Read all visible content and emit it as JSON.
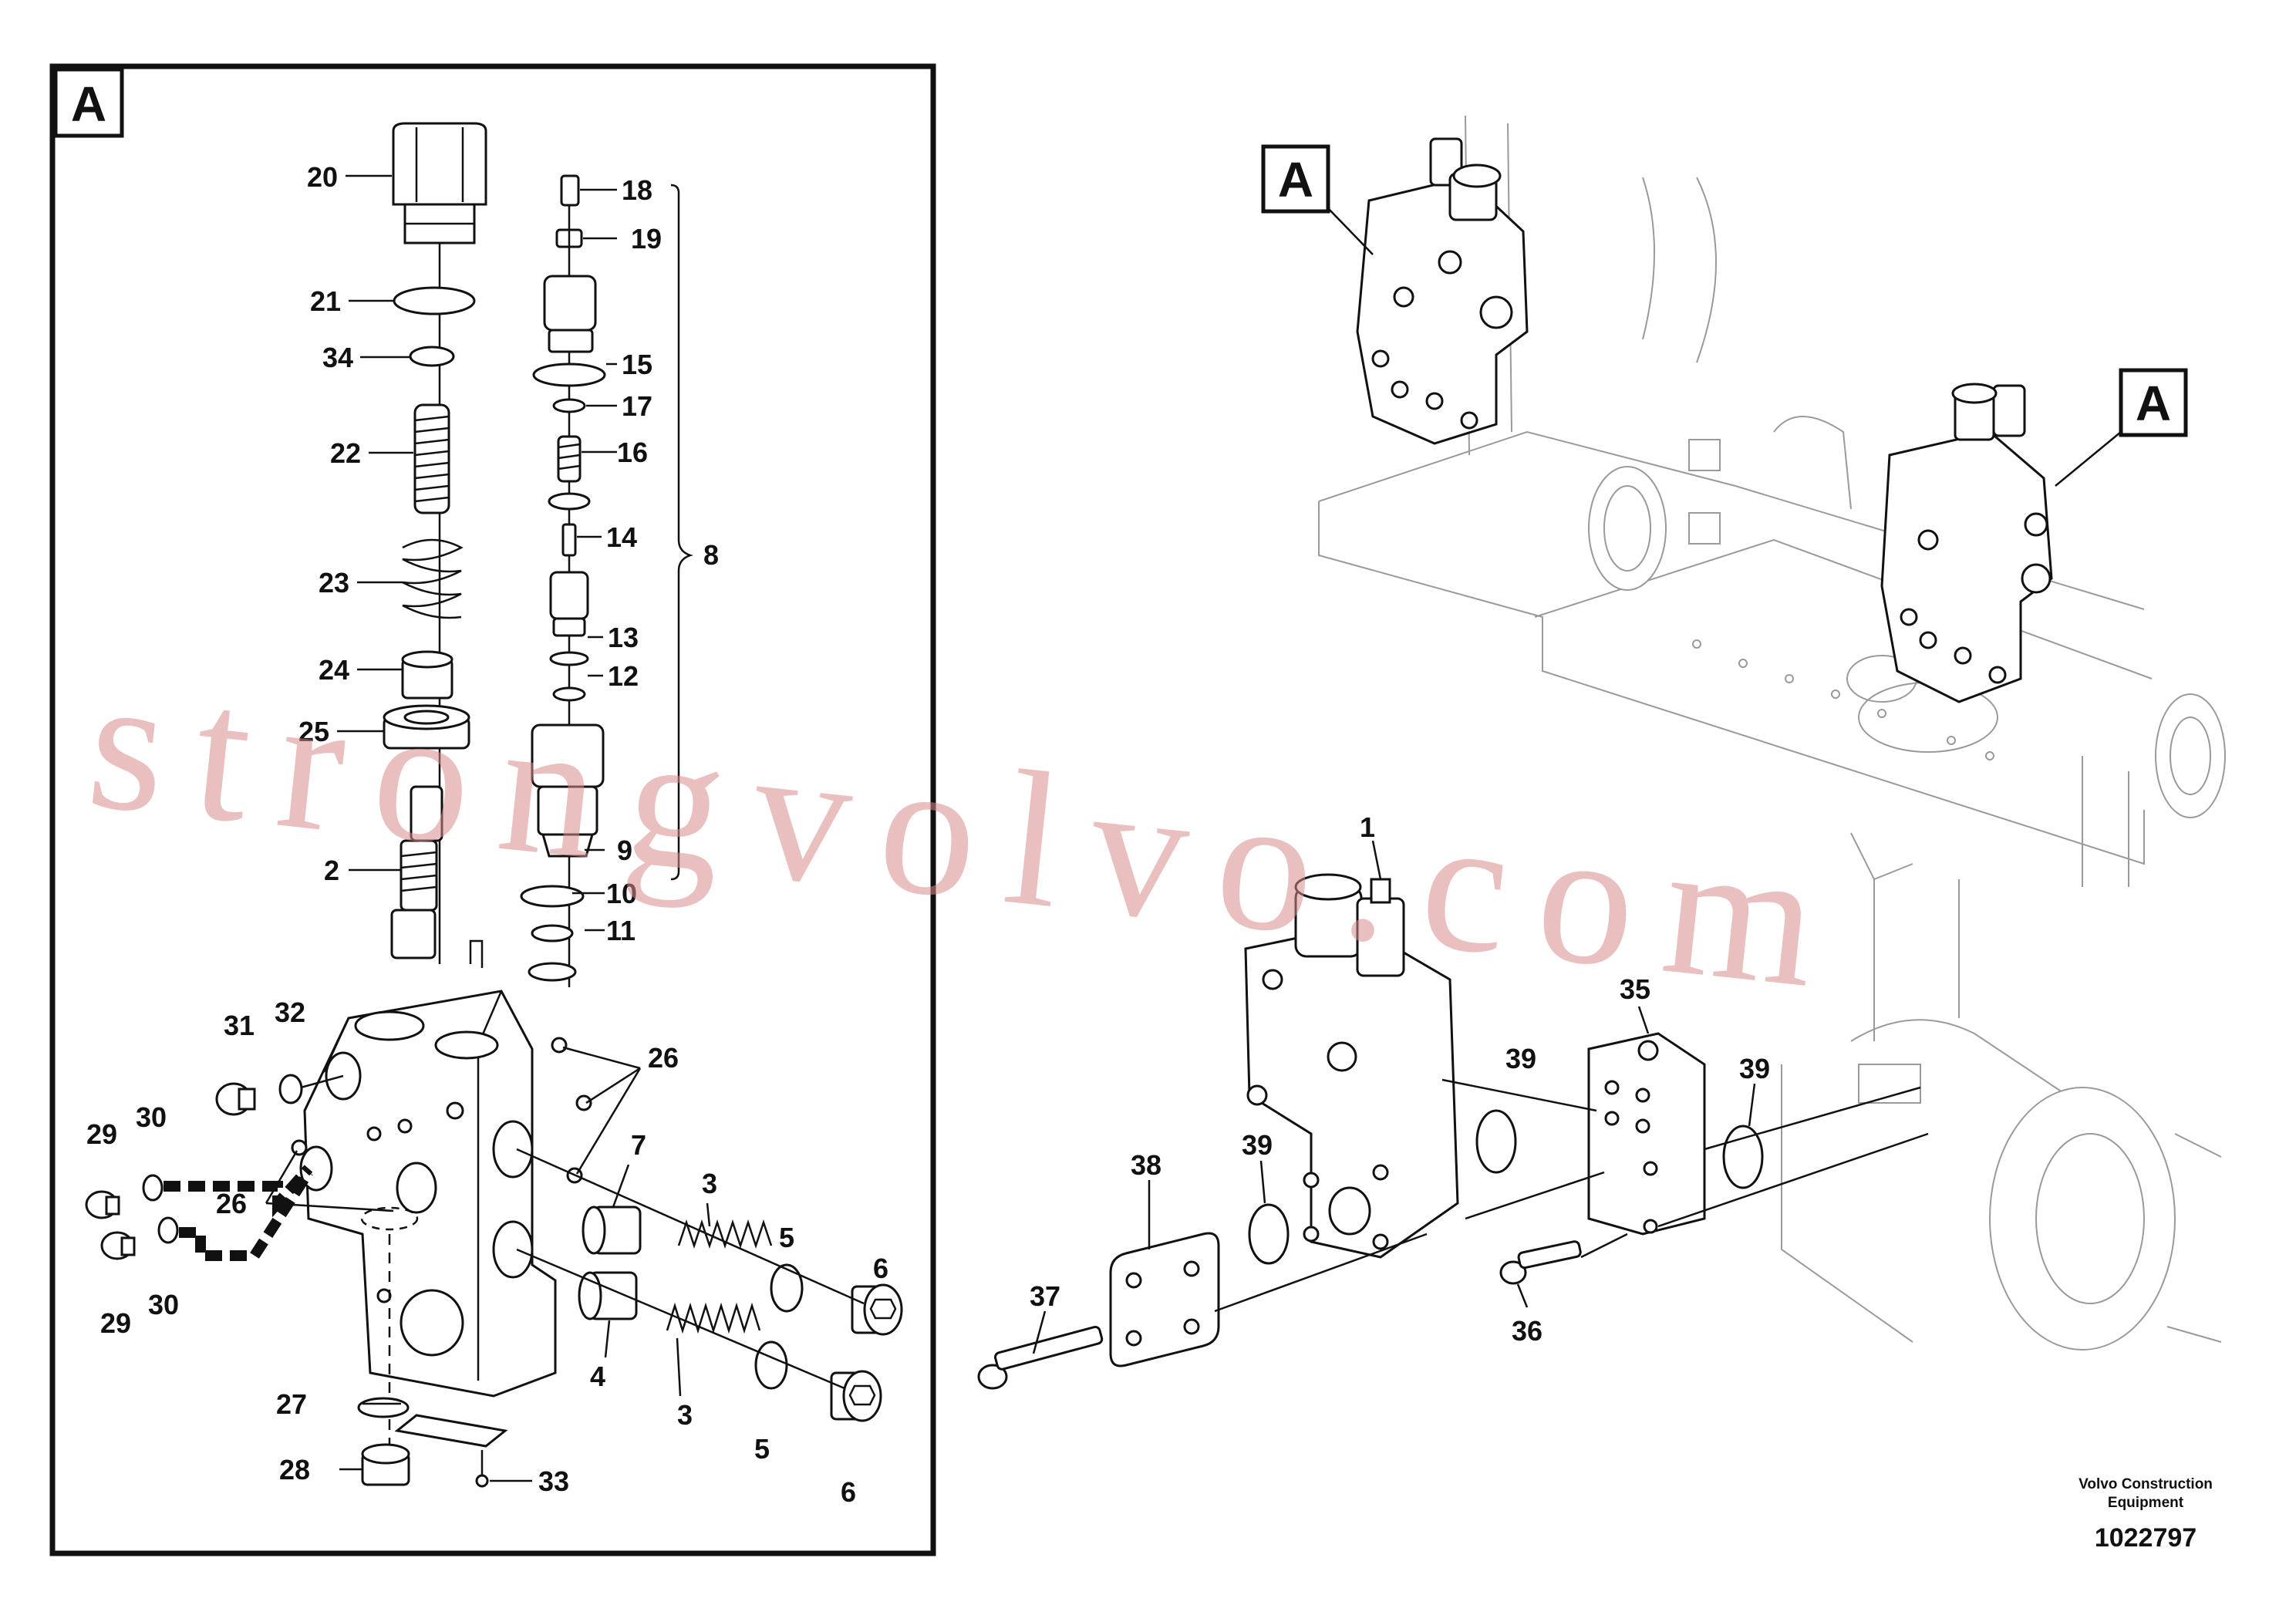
{
  "diagram": {
    "detail_tag": "A",
    "overview_tags": [
      "A",
      "A"
    ],
    "callouts": {
      "n1": "1",
      "n2": "2",
      "n3a": "3",
      "n3b": "3",
      "n4": "4",
      "n5a": "5",
      "n5b": "5",
      "n6a": "6",
      "n6b": "6",
      "n7": "7",
      "n8": "8",
      "n9": "9",
      "n10": "10",
      "n11": "11",
      "n12": "12",
      "n13": "13",
      "n14": "14",
      "n15": "15",
      "n16": "16",
      "n17": "17",
      "n18": "18",
      "n19": "19",
      "n20": "20",
      "n21": "21",
      "n22": "22",
      "n23": "23",
      "n24": "24",
      "n25": "25",
      "n26a": "26",
      "n26b": "26",
      "n27": "27",
      "n28": "28",
      "n29a": "29",
      "n29b": "29",
      "n30a": "30",
      "n30b": "30",
      "n31": "31",
      "n32": "32",
      "n33": "33",
      "n34": "34",
      "n35": "35",
      "n36": "36",
      "n37": "37",
      "n38": "38",
      "n39a": "39",
      "n39b": "39",
      "n39c": "39"
    },
    "watermark": "strongvolvo.com",
    "footer": {
      "line1": "Volvo Construction",
      "line2": "Equipment",
      "drawing_number": "1022797"
    }
  }
}
